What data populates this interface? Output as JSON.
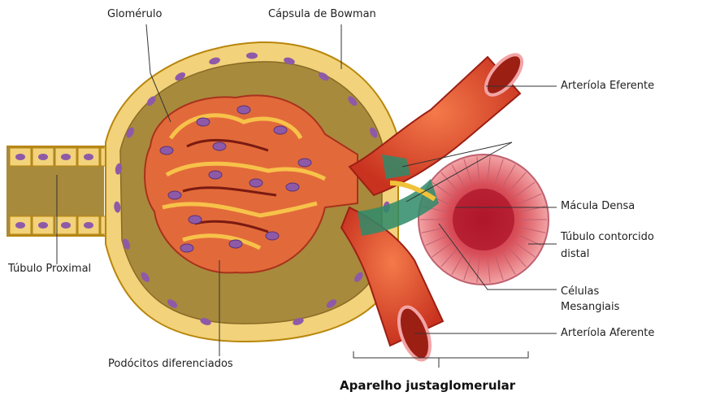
{
  "labels": {
    "glomerulo": "Glomérulo",
    "capsula": "Cápsula de Bowman",
    "arteriola_eferente": "Arteríola Eferente",
    "macula_densa": "Mácula Densa",
    "tubulo_distal_line1": "Túbulo contorcido",
    "tubulo_distal_line2": "distal",
    "tubulo_proximal": "Túbulo Proximal",
    "celulas_line1": "Células",
    "celulas_line2": "Mesangiais",
    "arteriola_aferente": "Arteríola Aferente",
    "podocitos": "Podócitos diferenciados",
    "aparelho": "Aparelho justaglomerular"
  },
  "colors": {
    "capsule_wall": "#f2d27a",
    "capsule_outline": "#b8860b",
    "capsule_fill": "#a88a3c",
    "nucleus": "#8e5aa8",
    "vessel": "#d9432a",
    "vessel_dark": "#9c1f14",
    "tubule_pink": "#e88a90",
    "macula_green": "#2e8b6a"
  }
}
